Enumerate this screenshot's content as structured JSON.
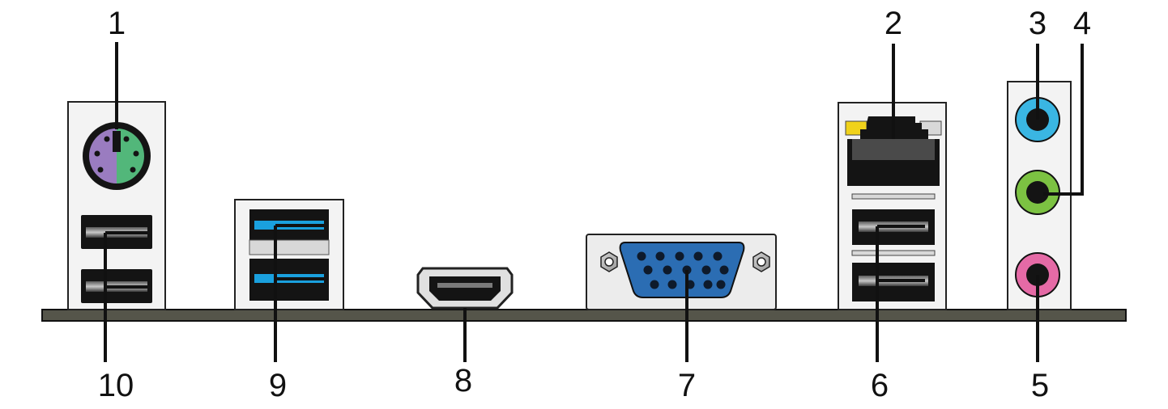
{
  "callouts": [
    {
      "id": "1",
      "label": "1"
    },
    {
      "id": "2",
      "label": "2"
    },
    {
      "id": "3",
      "label": "3"
    },
    {
      "id": "4",
      "label": "4"
    },
    {
      "id": "5",
      "label": "5"
    },
    {
      "id": "6",
      "label": "6"
    },
    {
      "id": "7",
      "label": "7"
    },
    {
      "id": "8",
      "label": "8"
    },
    {
      "id": "9",
      "label": "9"
    },
    {
      "id": "10",
      "label": "10"
    }
  ],
  "colors": {
    "board": "#55554a",
    "bracket_fill": "#f3f3f3",
    "port_dark": "#141414",
    "usb3_blue": "#1aa0de",
    "ps2_purple": "#9a7cc0",
    "ps2_green": "#52b77a",
    "audio_blue": "#3ab6e3",
    "audio_green": "#7cc242",
    "audio_pink": "#e56aa6",
    "vga_blue": "#2b6db3",
    "led_yellow": "#f0d21a",
    "led_grey": "#d8d8d8"
  },
  "icons": [
    "ps2-port-icon",
    "usb2-port-icon",
    "usb3-port-icon",
    "hdmi-port-icon",
    "vga-port-icon",
    "lan-port-icon",
    "audio-jack-icon"
  ]
}
